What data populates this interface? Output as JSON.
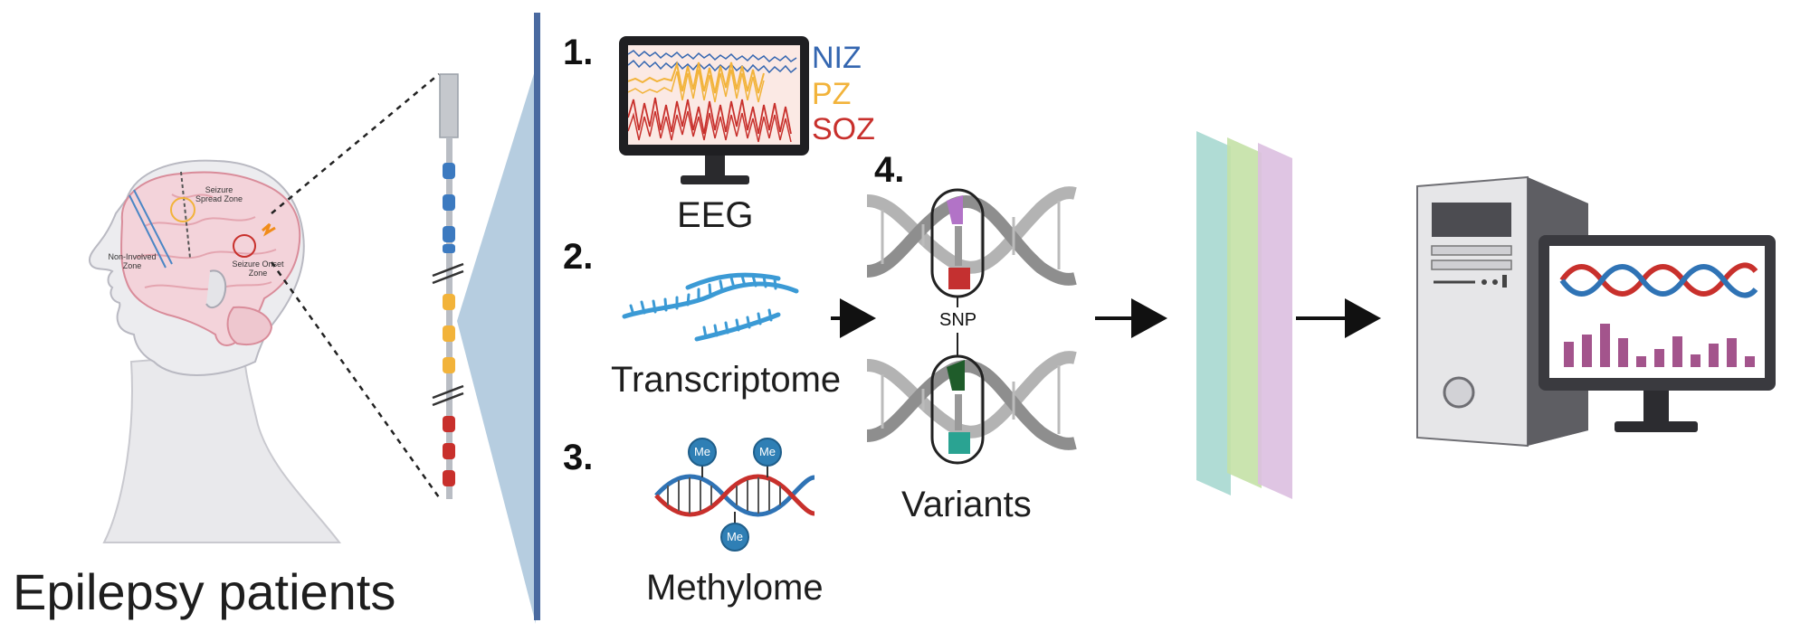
{
  "patient": {
    "caption": "Epilepsy patients",
    "zones": {
      "non_involved": "Non-Involved Zone",
      "spread": "Seizure Spread Zone",
      "onset": "Seizure Onset Zone"
    }
  },
  "steps": {
    "s1": {
      "number": "1.",
      "caption": "EEG",
      "zones": [
        {
          "label": "NIZ",
          "color": "#3466b0"
        },
        {
          "label": "PZ",
          "color": "#f2b33a"
        },
        {
          "label": "SOZ",
          "color": "#c8302c"
        }
      ]
    },
    "s2": {
      "number": "2.",
      "caption": "Transcriptome"
    },
    "s3": {
      "number": "3.",
      "caption": "Methylome",
      "methyl_tag": "Me"
    },
    "s4": {
      "number": "4.",
      "caption": "Variants",
      "snp_label": "SNP"
    }
  },
  "colors": {
    "divider": "#4a6aa0",
    "fan": "#b6cde0",
    "layer_teal": "#a7d8d0",
    "layer_green": "#c4e1a6",
    "layer_purple": "#dcbfe0",
    "dna_red": "#c8302c",
    "dna_blue": "#2f73b5",
    "bars": "#a3548c"
  },
  "icons": [
    "brain-head-icon",
    "depth-electrode-icon",
    "eeg-monitor-icon",
    "rna-strand-icon",
    "methylated-dna-icon",
    "snp-dna-icon",
    "neural-network-layers-icon",
    "computer-workstation-icon",
    "arrow-icon"
  ]
}
